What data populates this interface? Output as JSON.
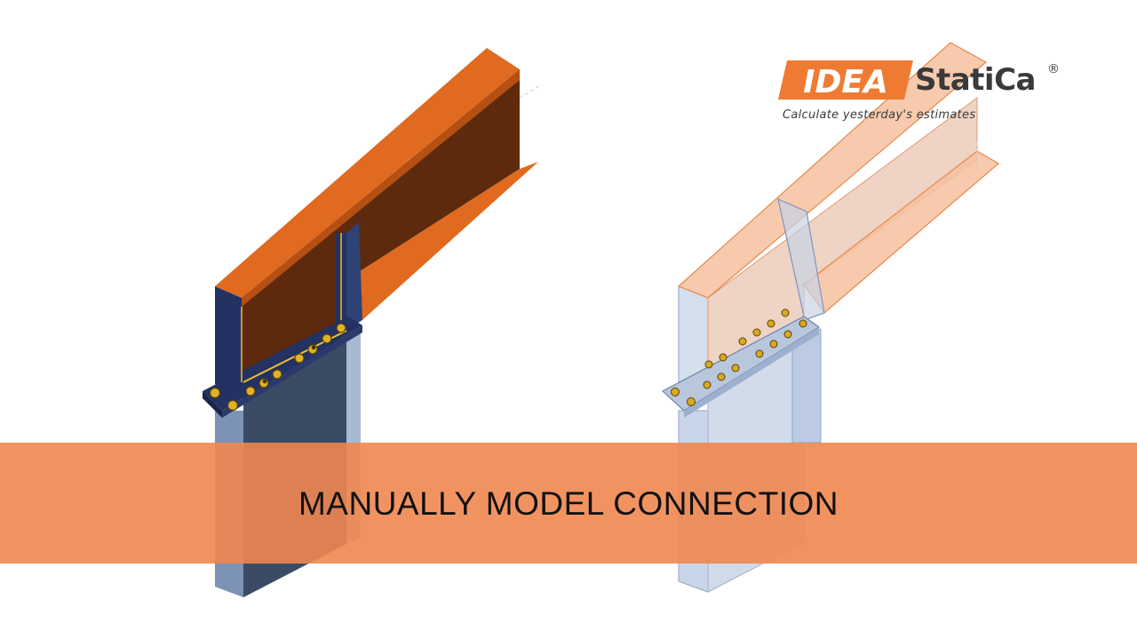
{
  "logo": {
    "mark": "IDEA",
    "word": "StatiCa",
    "registered": "®",
    "tagline": "Calculate yesterday's estimates"
  },
  "banner": {
    "text": "MANUALLY MODEL CONNECTION"
  },
  "colors": {
    "beam_orange": "#e06a20",
    "beam_web_brown": "#5e2a0d",
    "column_blue": "#7f93b4",
    "plate_navy": "#23325f",
    "bolt_gold": "#e0b22a",
    "banner_orange": "#ef8750",
    "logo_orange": "#ef7b32"
  }
}
